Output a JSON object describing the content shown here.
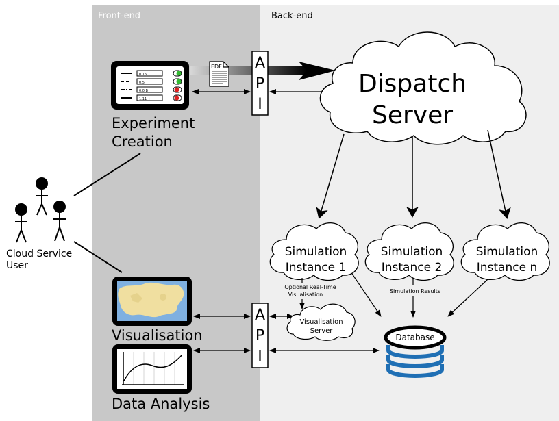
{
  "regions": {
    "frontend_label": "Front-end",
    "backend_label": "Back-end"
  },
  "actors": {
    "label_line1": "Cloud Service",
    "label_line2": "User"
  },
  "panels": {
    "experiment_line1": "Experiment",
    "experiment_line2": "Creation",
    "visualisation": "Visualisation",
    "data_analysis": "Data Analysis"
  },
  "form_fields": [
    "0.16",
    "0.5",
    "0.0 B",
    "1.11 +"
  ],
  "edf_label": "EDF",
  "api_letters": [
    "A",
    "P",
    "I"
  ],
  "dispatch": {
    "line1": "Dispatch",
    "line2": "Server"
  },
  "instances": [
    {
      "line1": "Simulation",
      "line2": "Instance 1"
    },
    {
      "line1": "Simulation",
      "line2": "Instance 2"
    },
    {
      "line1": "Simulation",
      "line2": "Instance n"
    }
  ],
  "notes": {
    "realtime_line1": "Optional Real-Time",
    "realtime_line2": "Visualisation",
    "simulation_results": "Simulation Results"
  },
  "vis_server": {
    "line1": "Visualisation",
    "line2": "Server"
  },
  "database_label": "Database",
  "colors": {
    "frontend_bg": "#c8c8c8",
    "backend_bg": "#efefef",
    "region_label": "#ffffff",
    "database_blue": "#1f6fb4",
    "map_land": "#f0dfa0",
    "map_sea": "#7fb0e0",
    "led_green": "#33bb33",
    "led_red": "#dd2222"
  }
}
